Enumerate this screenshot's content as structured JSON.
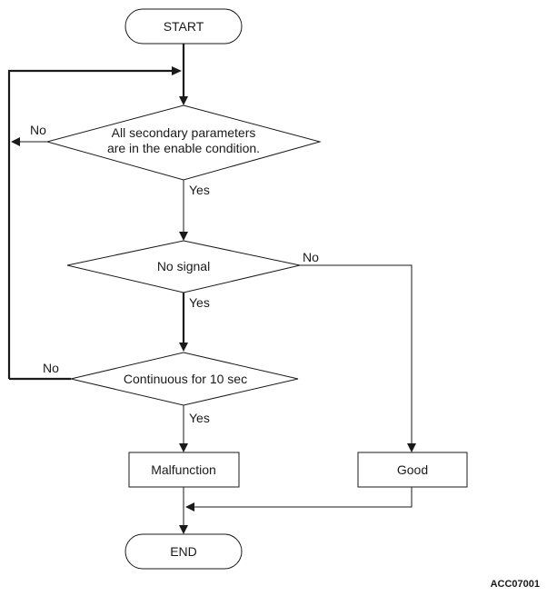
{
  "nodes": {
    "start": "START",
    "decision_params_line1": "All secondary parameters",
    "decision_params_line2": "are in the enable condition.",
    "decision_signal": "No signal",
    "decision_continuous": "Continuous for 10 sec",
    "malfunction": "Malfunction",
    "good": "Good",
    "end": "END"
  },
  "edge_labels": {
    "params_no": "No",
    "params_yes": "Yes",
    "signal_no": "No",
    "signal_yes": "Yes",
    "continuous_no": "No",
    "continuous_yes": "Yes"
  },
  "figure_code": "ACC07001"
}
